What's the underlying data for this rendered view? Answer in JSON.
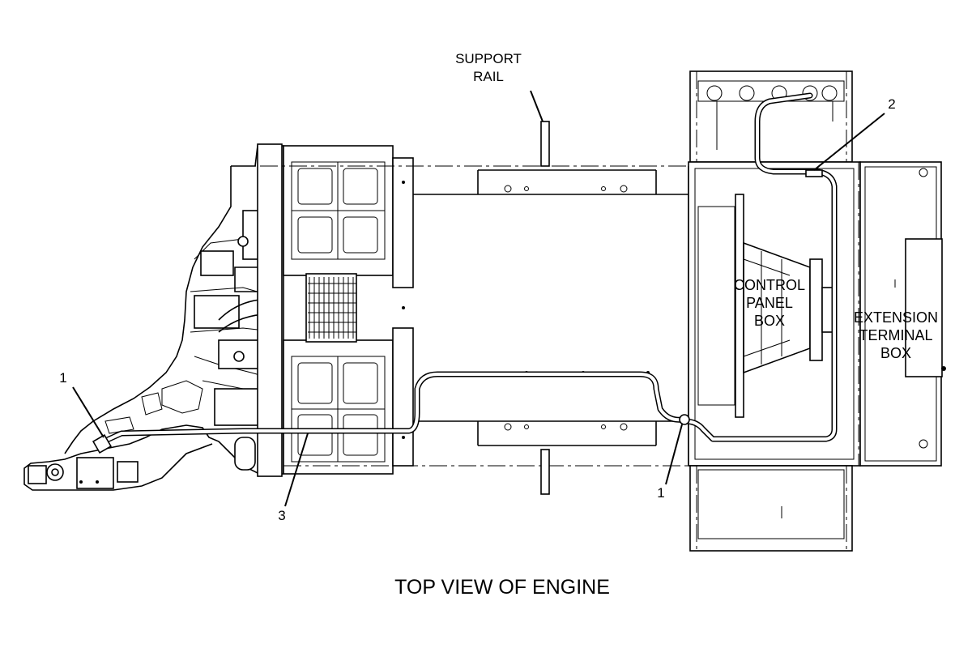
{
  "labels": {
    "support_rail": [
      "SUPPORT",
      "RAIL"
    ],
    "control_panel_box": [
      "CONTROL",
      "PANEL",
      "BOX"
    ],
    "extension_terminal_box": [
      "EXTENSION",
      "TERMINAL",
      "BOX"
    ],
    "callout_1_left": "1",
    "callout_1_right": "1",
    "callout_2": "2",
    "callout_3": "3"
  },
  "caption": "TOP VIEW OF ENGINE"
}
